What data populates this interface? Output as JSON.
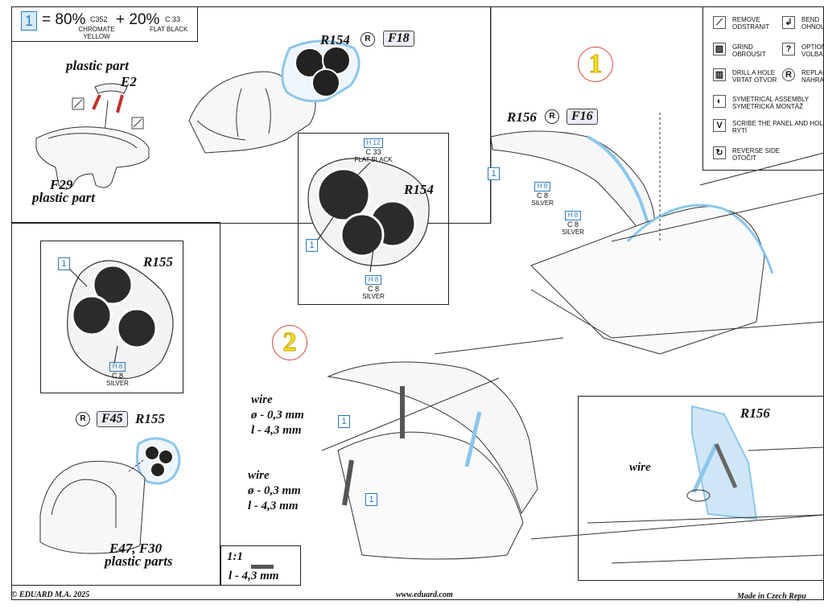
{
  "header": {
    "tag": "1",
    "pct1": "= 80%",
    "code1": "C352",
    "name1": "CHROMATE YELLOW",
    "pct2": "+ 20%",
    "code2": "C 33",
    "name2": "FLAT BLACK"
  },
  "legend": [
    {
      "icon": "remove-icon",
      "glyph": "⟋",
      "text": "REMOVE\nODSTRANIT"
    },
    {
      "icon": "bend-icon",
      "glyph": "↲",
      "text": "BEND\nOHNOU"
    },
    {
      "icon": "grind-icon",
      "glyph": "▨",
      "text": "GRIND\nOBROUSIT"
    },
    {
      "icon": "option-icon",
      "glyph": "?",
      "text": "OPTION\nVOLBA"
    },
    {
      "icon": "drill-icon",
      "glyph": "▥",
      "text": "DRILL A HOLE\nVRTAT OTVOR"
    },
    {
      "icon": "replace-icon",
      "glyph": "R",
      "text": "REPLAC\nNAHRA"
    },
    {
      "icon": "symmetrical-icon",
      "glyph": "◐",
      "text": "SYMETRICAL ASSEMBLY\nSYMETRICKÁ MONTÁŽ"
    },
    {
      "icon": "scribe-icon",
      "glyph": "V",
      "text": "SCRIBE THE PANEL AND HOLE\nRYTÍ"
    },
    {
      "icon": "reverse-icon",
      "glyph": "↻",
      "text": "REVERSE SIDE\nOTOČIT"
    }
  ],
  "labels": {
    "plastic_part": "plastic part",
    "e2": "E2",
    "f29": "F29",
    "f29_sub": "plastic part",
    "e47": "E47, F30",
    "e47_sub": "plastic parts",
    "r154_top": "R154",
    "f18": "F18",
    "r154_inset": "R154",
    "r155_inset": "R155",
    "r155": "R155",
    "f45": "F45",
    "r156": "R156",
    "f16": "F16",
    "r156_detail": "R156",
    "wire_detail": "wire",
    "r_symbol": "R",
    "step1": "1",
    "step2": "2",
    "tag": "1"
  },
  "colors": {
    "h12": "H 12",
    "c33": "C 33",
    "flat_black": "FLAT BLACK",
    "h8": "H 8",
    "c8": "C 8",
    "silver": "SILVER"
  },
  "wire_notes": [
    {
      "title": "wire",
      "dia": "ø - 0,3 mm",
      "len": "l - 4,3 mm"
    },
    {
      "title": "wire",
      "dia": "ø - 0,3 mm",
      "len": "l - 4,3 mm"
    }
  ],
  "scale": {
    "ratio": "1:1",
    "len": "l - 4,3 mm"
  },
  "footer": {
    "copyright": "© EDUARD  M.A. 2025",
    "url": "www.eduard.com",
    "made": "Made in Czech Repu"
  },
  "accent": {
    "blue": "#8cc6ea",
    "tag_blue": "#2b7bbf",
    "step_red": "#d04a3c",
    "step_yellow": "#f2e21e",
    "badge": "#eeeaf6"
  }
}
